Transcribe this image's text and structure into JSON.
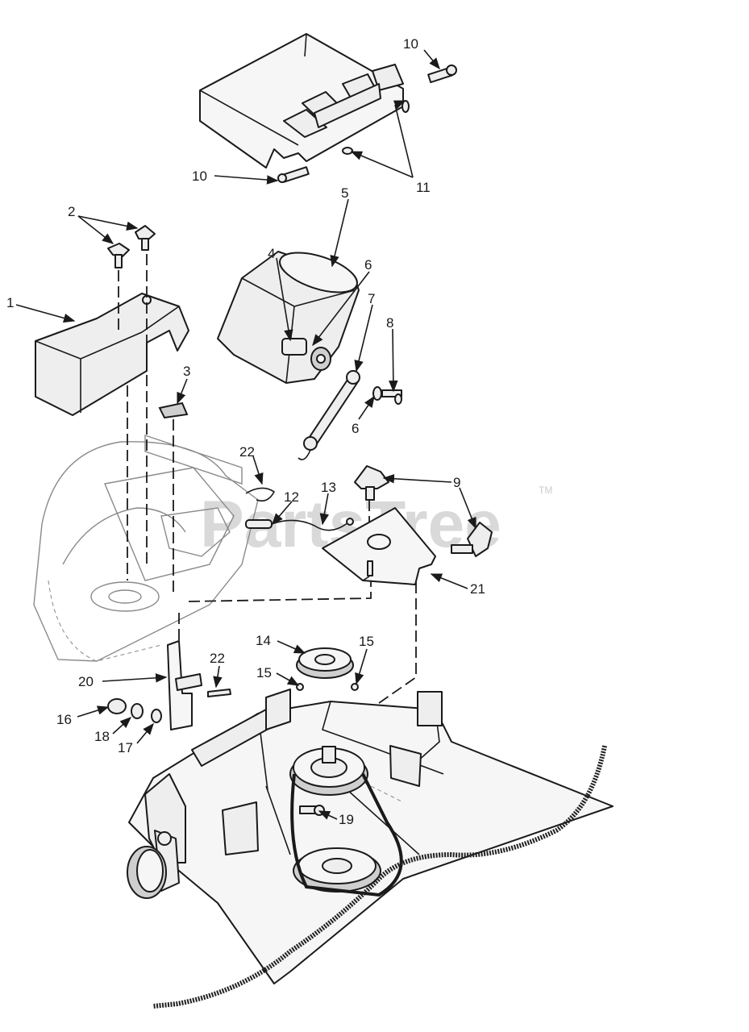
{
  "watermark": {
    "text": "PartsTree",
    "tm": "TM"
  },
  "callouts": {
    "c1": "1",
    "c2": "2",
    "c3": "3",
    "c4": "4",
    "c5": "5",
    "c6a": "6",
    "c6b": "6",
    "c7": "7",
    "c8": "8",
    "c9": "9",
    "c10a": "10",
    "c10b": "10",
    "c11": "11",
    "c12": "12",
    "c13": "13",
    "c14": "14",
    "c15a": "15",
    "c15b": "15",
    "c16": "16",
    "c17": "17",
    "c18": "18",
    "c19": "19",
    "c20": "20",
    "c21": "21",
    "c22a": "22",
    "c22b": "22"
  }
}
